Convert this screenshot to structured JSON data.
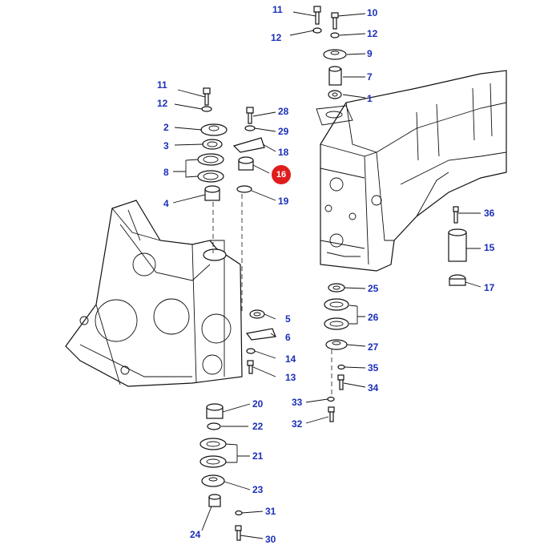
{
  "diagram": {
    "highlight_color": "#e01d1d",
    "label_color": "#1a2fb8",
    "highlighted_part": "16",
    "callouts": [
      {
        "id": "c11a",
        "text": "11"
      },
      {
        "id": "c10",
        "text": "10"
      },
      {
        "id": "c12a",
        "text": "12"
      },
      {
        "id": "c12b",
        "text": "12"
      },
      {
        "id": "c9",
        "text": "9"
      },
      {
        "id": "c7",
        "text": "7"
      },
      {
        "id": "c1",
        "text": "1"
      },
      {
        "id": "c11b",
        "text": "11"
      },
      {
        "id": "c12c",
        "text": "12"
      },
      {
        "id": "c28",
        "text": "28"
      },
      {
        "id": "c2",
        "text": "2"
      },
      {
        "id": "c29",
        "text": "29"
      },
      {
        "id": "c3",
        "text": "3"
      },
      {
        "id": "c18",
        "text": "18"
      },
      {
        "id": "c8",
        "text": "8"
      },
      {
        "id": "c4",
        "text": "4"
      },
      {
        "id": "c19",
        "text": "19"
      },
      {
        "id": "c36",
        "text": "36"
      },
      {
        "id": "c15",
        "text": "15"
      },
      {
        "id": "c17",
        "text": "17"
      },
      {
        "id": "c25",
        "text": "25"
      },
      {
        "id": "c26",
        "text": "26"
      },
      {
        "id": "c5",
        "text": "5"
      },
      {
        "id": "c6",
        "text": "6"
      },
      {
        "id": "c27",
        "text": "27"
      },
      {
        "id": "c14",
        "text": "14"
      },
      {
        "id": "c35",
        "text": "35"
      },
      {
        "id": "c13",
        "text": "13"
      },
      {
        "id": "c34",
        "text": "34"
      },
      {
        "id": "c33",
        "text": "33"
      },
      {
        "id": "c20",
        "text": "20"
      },
      {
        "id": "c32",
        "text": "32"
      },
      {
        "id": "c22",
        "text": "22"
      },
      {
        "id": "c21",
        "text": "21"
      },
      {
        "id": "c23",
        "text": "23"
      },
      {
        "id": "c31",
        "text": "31"
      },
      {
        "id": "c24",
        "text": "24"
      },
      {
        "id": "c30",
        "text": "30"
      }
    ]
  }
}
